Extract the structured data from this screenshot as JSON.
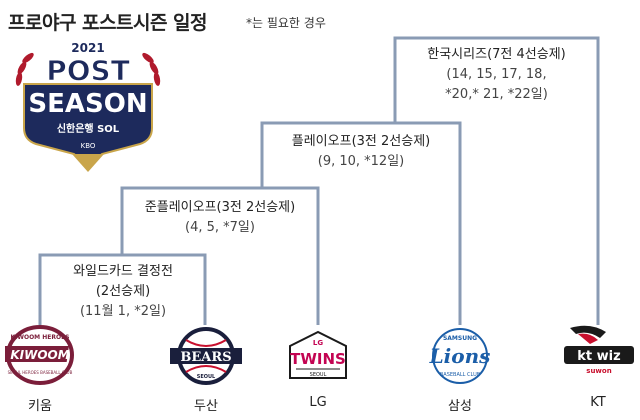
{
  "header": {
    "title": "프로야구 포스트시즌 일정",
    "note": "*는 필요한 경우"
  },
  "emblem": {
    "year": "2021",
    "line1": "POST",
    "line2": "SEASON",
    "sponsor": "신한은행 SOL",
    "org": "KBO"
  },
  "rounds": [
    {
      "name": "와일드카드 결정전",
      "format": "(2선승제)",
      "dates": "(11월 1, *2일)"
    },
    {
      "name": "준플레이오프(3전 2선승제)",
      "dates": "(4, 5, *7일)"
    },
    {
      "name": "플레이오프(3전 2선승제)",
      "dates": "(9, 10, *12일)"
    },
    {
      "name": "한국시리즈(7전 4선승제)",
      "dates_line1": "(14, 15, 17, 18,",
      "dates_line2": "*20,* 21, *22일)"
    }
  ],
  "teams": [
    {
      "name": "키움",
      "logo_text": "KIWOOM",
      "logo_top": "KIWOOM HEROES",
      "logo_bottom": "SEOUL HEROES BASEBALL CLUB"
    },
    {
      "name": "두산",
      "logo_text": "BEARS",
      "logo_bottom": "SEOUL"
    },
    {
      "name": "LG",
      "logo_text": "TWINS",
      "logo_top": "LG",
      "logo_bottom": "SEOUL"
    },
    {
      "name": "삼성",
      "logo_text": "Lions",
      "logo_top": "SAMSUNG",
      "logo_bottom": "BASEBALL CLUB"
    },
    {
      "name": "KT",
      "logo_text": "kt wiz",
      "logo_bottom": "suwon"
    }
  ],
  "colors": {
    "bracket_line": "#8a9bb4",
    "kiwoom": "#7b1e3a",
    "bears": "#1a1f3c",
    "twins": "#c30452",
    "lions": "#1b5ea8",
    "ktwiz": "#1a1a1a"
  }
}
